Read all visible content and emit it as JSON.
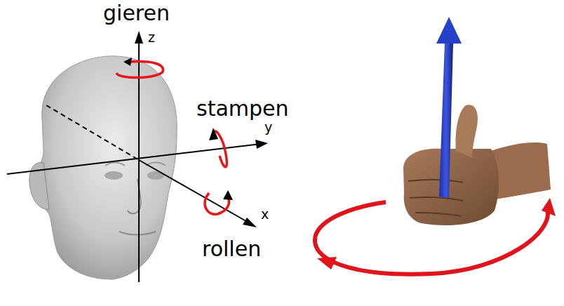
{
  "diagram": {
    "labels": [
      "gieren",
      "z",
      "stampen",
      "y",
      "x",
      "rollen"
    ]
  }
}
